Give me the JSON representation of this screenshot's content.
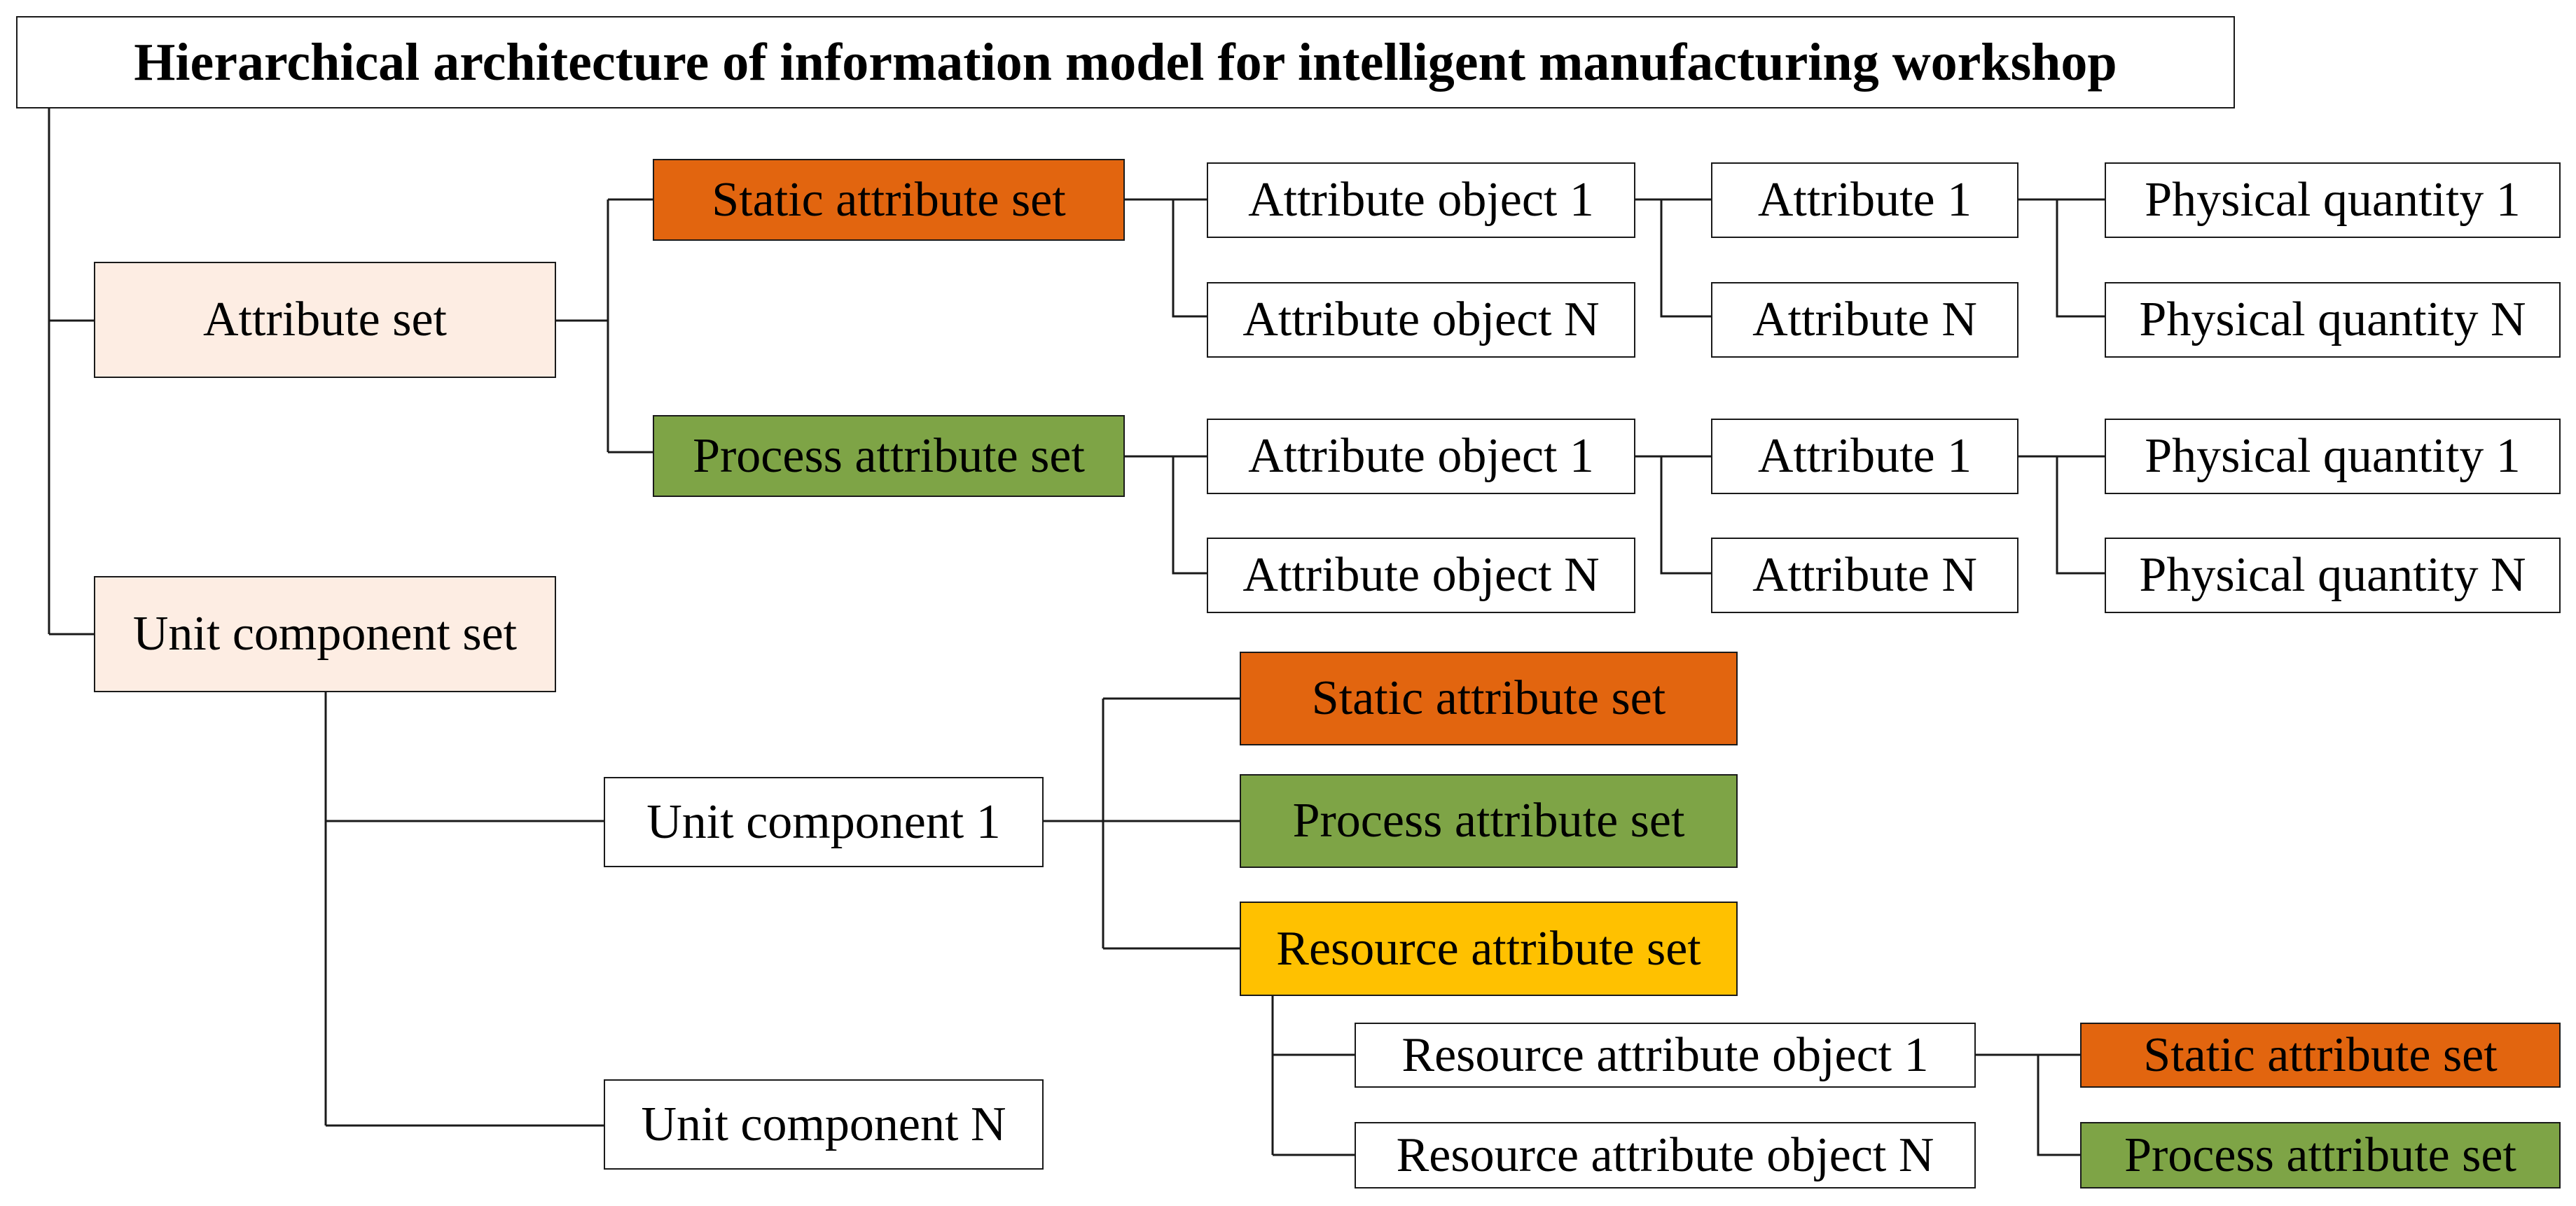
{
  "title": "Hierarchical architecture of information model for intelligent manufacturing workshop",
  "nodes": {
    "attribute_set": "Attribute set",
    "static_attribute_set": "Static attribute set",
    "process_attribute_set": "Process attribute set",
    "attribute_object_1": "Attribute object 1",
    "attribute_object_n": "Attribute object N",
    "attribute_1": "Attribute 1",
    "attribute_n": "Attribute N",
    "physical_quantity_1": "Physical quantity 1",
    "physical_quantity_n": "Physical quantity N",
    "unit_component_set": "Unit component set",
    "unit_component_1": "Unit component 1",
    "unit_component_n": "Unit component N",
    "resource_attribute_set": "Resource attribute set",
    "resource_attribute_object_1": "Resource attribute object 1",
    "resource_attribute_object_n": "Resource attribute object N"
  },
  "colors": {
    "static": "#e2650f",
    "process": "#7ea446",
    "resource": "#ffc100",
    "set_fill": "#fdede3",
    "line": "#1a1a1a"
  }
}
